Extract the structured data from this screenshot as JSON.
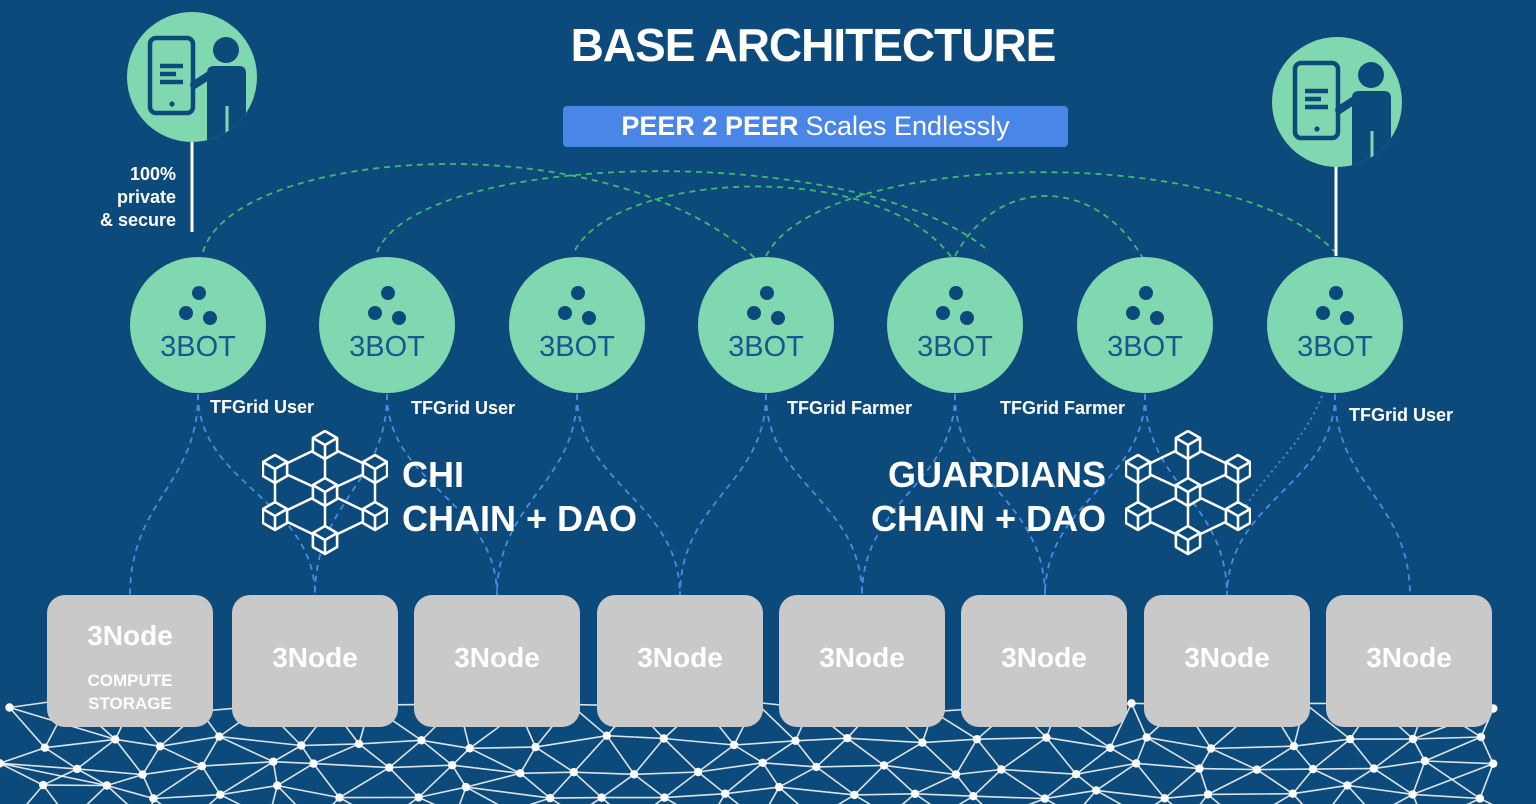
{
  "title": "BASE ARCHITECTURE",
  "banner": {
    "highlight": "PEER 2 PEER",
    "caption": "Scales Endlessly"
  },
  "privacy_note": [
    "100%",
    "private",
    "& secure"
  ],
  "bots": [
    {
      "label": "3BOT"
    },
    {
      "label": "3BOT"
    },
    {
      "label": "3BOT"
    },
    {
      "label": "3BOT"
    },
    {
      "label": "3BOT"
    },
    {
      "label": "3BOT"
    },
    {
      "label": "3BOT"
    }
  ],
  "bot_roles": [
    "TFGrid User",
    "TFGrid User",
    "TFGrid Farmer",
    "TFGrid Farmer",
    "TFGrid User"
  ],
  "chains": {
    "chi": {
      "name": "CHI",
      "subtitle": "CHAIN + DAO"
    },
    "guardians": {
      "name": "GUARDIANS",
      "subtitle": "CHAIN + DAO"
    }
  },
  "nodes": [
    {
      "label": "3Node",
      "details": [
        "COMPUTE",
        "STORAGE"
      ]
    },
    {
      "label": "3Node"
    },
    {
      "label": "3Node"
    },
    {
      "label": "3Node"
    },
    {
      "label": "3Node"
    },
    {
      "label": "3Node"
    },
    {
      "label": "3Node"
    },
    {
      "label": "3Node"
    }
  ],
  "icons": {
    "user": "user-with-phone-icon",
    "bot": "three-dots-icon",
    "chain": "blockchain-cubes-icon"
  },
  "colors": {
    "background": "#0d4a7c",
    "circle": "#80d8b0",
    "banner": "#4a86e8",
    "node_box": "#c9c9c9",
    "peer_link": "#3dbb6e",
    "node_link": "#4a8ae6",
    "bot_text": "#17588c"
  }
}
